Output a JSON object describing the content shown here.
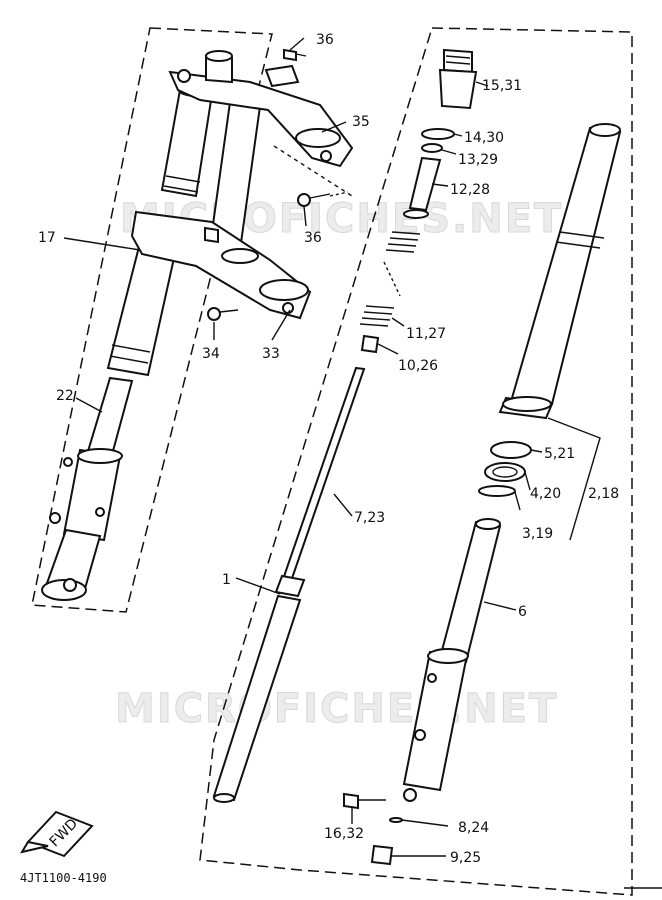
{
  "watermark": "MICROFICHES.NET",
  "reference_code": "4JT1100-4190",
  "fwd_label": "FWD",
  "callouts": {
    "c36a": "36",
    "c35": "35",
    "c36b": "36",
    "c17": "17",
    "c34": "34",
    "c33": "33",
    "c22": "22",
    "c15_31": "15,31",
    "c14_30": "14,30",
    "c13_29": "13,29",
    "c12_28": "12,28",
    "c11_27": "11,27",
    "c10_26": "10,26",
    "c7_23": "7,23",
    "c1": "1",
    "c5_21": "5,21",
    "c4_20": "4,20",
    "c2_18": "2,18",
    "c3_19": "3,19",
    "c6": "6",
    "c16_32": "16,32",
    "c8_24": "8,24",
    "c9_25": "9,25"
  }
}
